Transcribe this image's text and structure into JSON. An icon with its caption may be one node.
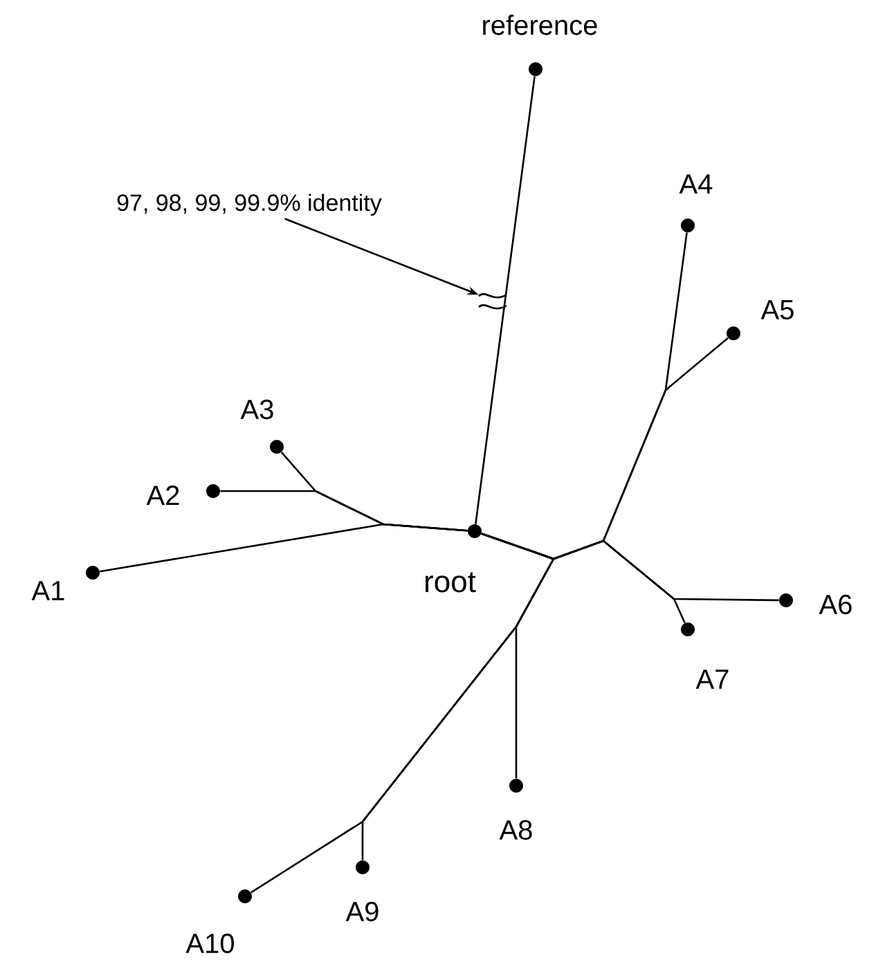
{
  "diagram": {
    "nodes": [
      {
        "text": [
          "reference"
        ]
      },
      {
        "text": [
          "97, 98, 99, 99.9% identity"
        ]
      },
      {
        "text": [
          "A4"
        ]
      },
      {
        "text": [
          "A5"
        ]
      },
      {
        "text": [
          "A3"
        ]
      },
      {
        "text": [
          "A2"
        ]
      },
      {
        "text": [
          "A1"
        ]
      },
      {
        "text": [
          "root"
        ]
      },
      {
        "text": [
          "A6"
        ]
      },
      {
        "text": [
          "A7"
        ]
      },
      {
        "text": [
          "A8"
        ]
      },
      {
        "text": [
          "A9"
        ]
      },
      {
        "text": [
          "A10"
        ]
      },
      {
        "text": [],
        "shape": "wave"
      }
    ],
    "edges": [
      {
        "from": 7,
        "to": 0,
        "arrow": "none"
      },
      {
        "from": 7,
        "to": 2,
        "arrow": "none"
      },
      {
        "from": 7,
        "to": 3,
        "arrow": "none"
      },
      {
        "from": 7,
        "to": 4,
        "arrow": "none"
      },
      {
        "from": 7,
        "to": 5,
        "arrow": "none"
      },
      {
        "from": 7,
        "to": 6,
        "arrow": "none"
      },
      {
        "from": 7,
        "to": 8,
        "arrow": "none"
      },
      {
        "from": 7,
        "to": 9,
        "arrow": "none"
      },
      {
        "from": 7,
        "to": 10,
        "arrow": "none"
      },
      {
        "from": 7,
        "to": 11,
        "arrow": "none"
      },
      {
        "from": 7,
        "to": 12,
        "arrow": "none"
      },
      {
        "from": 1,
        "to": 13,
        "arrow": "to"
      }
    ]
  }
}
